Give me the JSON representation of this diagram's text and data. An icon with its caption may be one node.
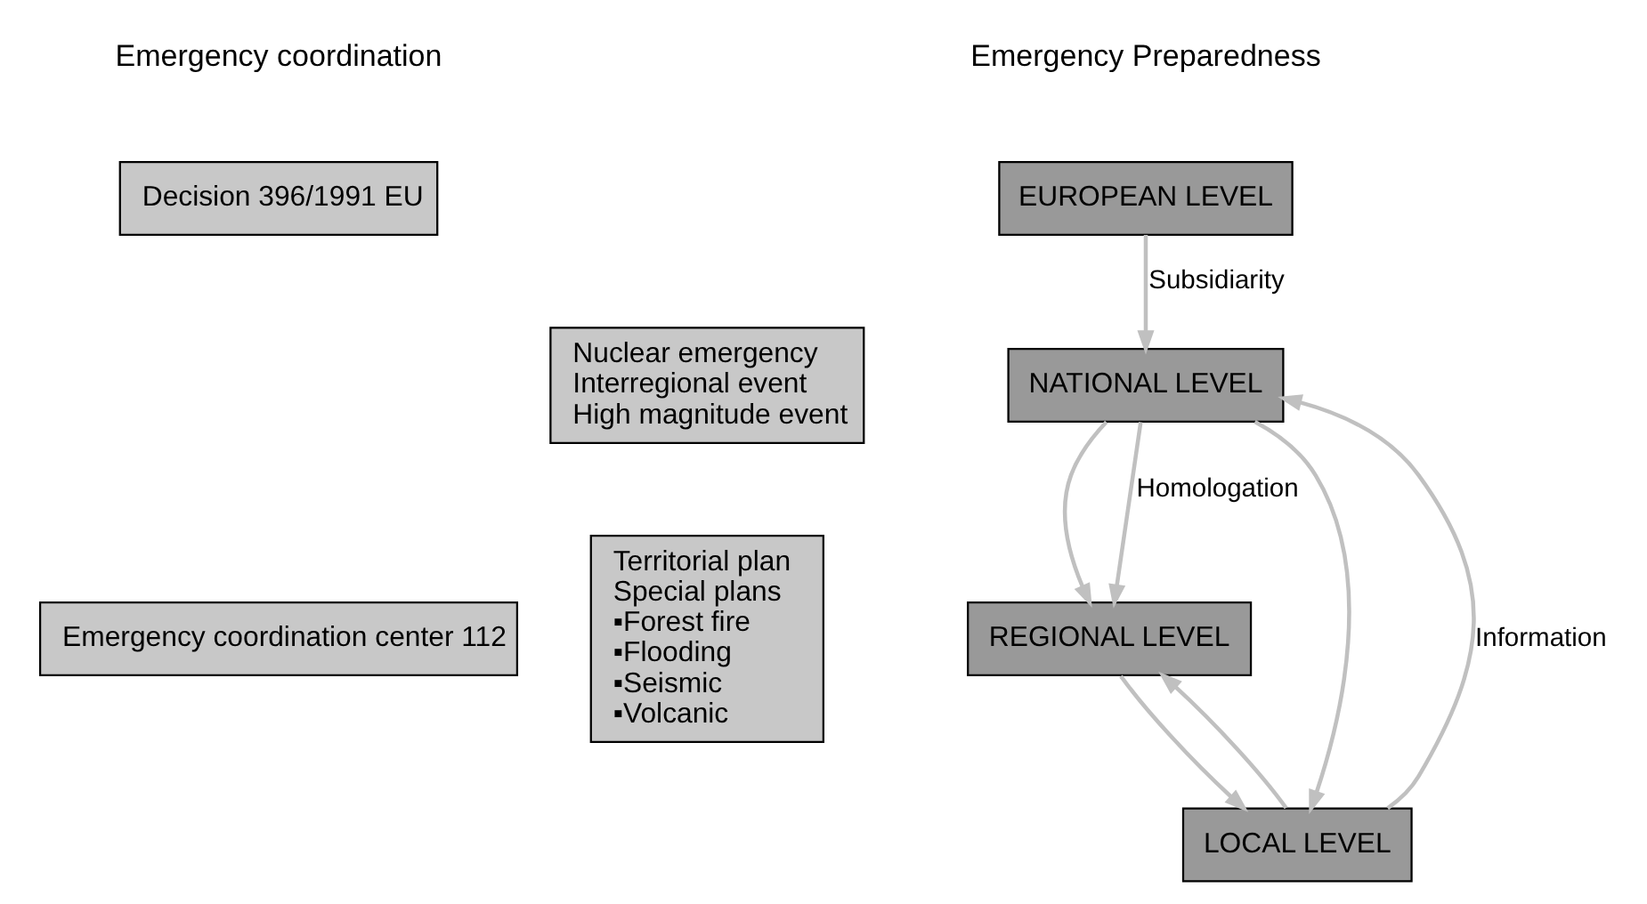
{
  "diagram": {
    "nodes": [
      {
        "text": [
          "Decision 396/1991 EU"
        ]
      },
      {
        "text": [
          "EUROPEAN LEVEL"
        ]
      },
      {
        "text": [
          "NATIONAL LEVEL"
        ]
      },
      {
        "text": [
          "REGIONAL LEVEL"
        ]
      },
      {
        "text": [
          "LOCAL LEVEL"
        ]
      },
      {
        "text": [
          "Nuclear emergency",
          "Interregional event",
          "High magnitude event"
        ]
      },
      {
        "text": [
          "Territorial plan",
          "Special plans",
          "▪Forest fire",
          "▪Flooding",
          "▪Seismic",
          "▪Volcanic"
        ]
      },
      {
        "text": [
          "Emergency coordination center 112"
        ]
      }
    ],
    "edges": [
      {
        "from": 1,
        "to": 2,
        "arrow": "to",
        "label": "Subsidiarity"
      },
      {
        "from": 2,
        "to": 3,
        "arrow": "to"
      },
      {
        "from": 3,
        "to": 4,
        "arrow": "to"
      },
      {
        "from": 4,
        "to": 2,
        "arrow": "to",
        "label": "Information"
      },
      {
        "from": 4,
        "to": 3,
        "arrow": "to"
      },
      {
        "from": 2,
        "to": 3,
        "arrow": "to",
        "label": "Homologation"
      },
      {
        "from": 2,
        "to": 4,
        "arrow": "to"
      }
    ],
    "labels": [
      "Emergency coordination",
      "Emergency Preparedness"
    ]
  }
}
